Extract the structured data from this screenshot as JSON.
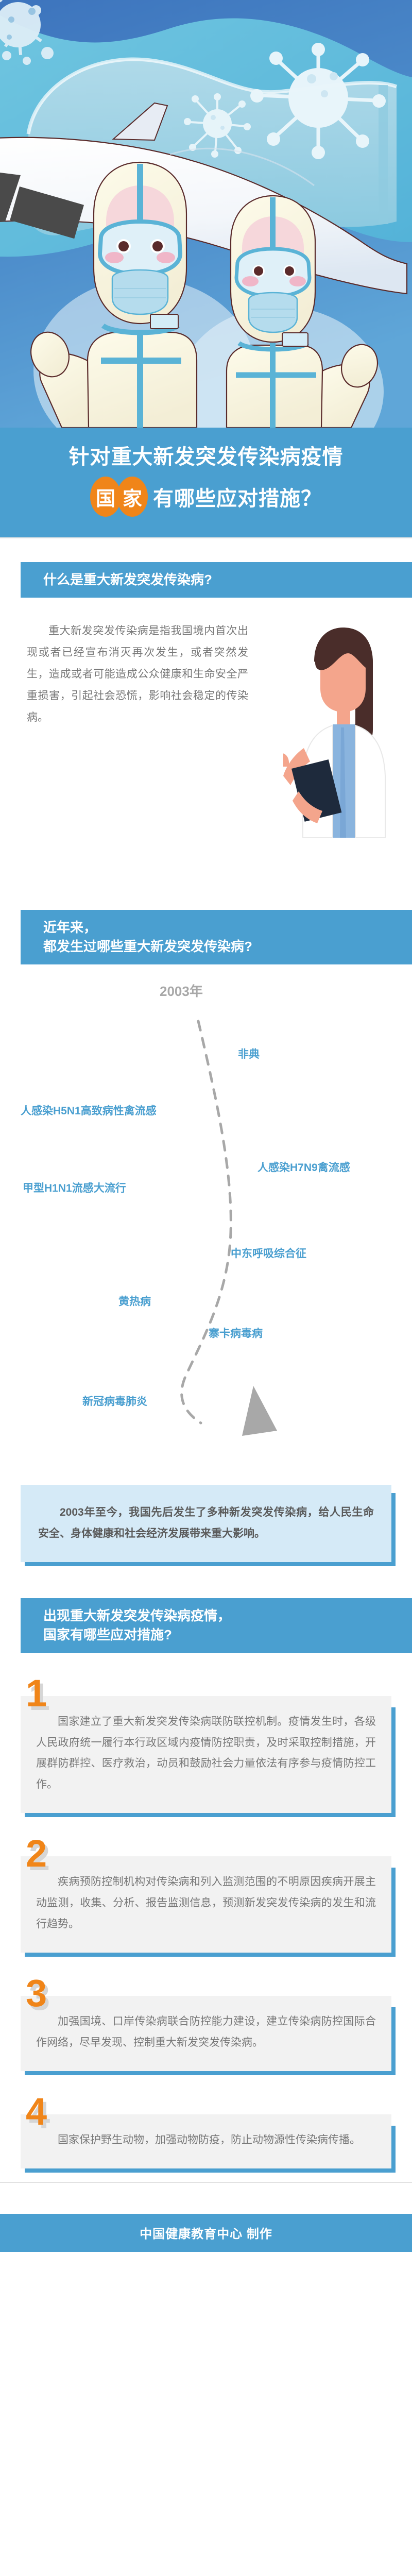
{
  "hero": {
    "alt": "two-medical-workers-in-protective-suits-with-airplane-and-virus-illustration",
    "colors": {
      "sky_dark": "#3f78be",
      "sky_mid": "#4e8ecb",
      "sky_light": "#5fa6d8",
      "wave_teal": "#68c0dd",
      "wave_pale": "#a8d8e8",
      "suit": "#fbf8e6",
      "accent_blue": "#5ab3d6",
      "outline": "#5a2b2b"
    }
  },
  "title": {
    "line1": "针对重大新发突发传染病疫情",
    "badge_chars": [
      "国",
      "家"
    ],
    "line2_rest": "有哪些应对措施？",
    "band_color": "#4a9fd0",
    "badge_color": "#f08519"
  },
  "sections": [
    {
      "id": "what-is",
      "header": "什么是重大新发突发传染病?",
      "body": "重大新发突发传染病是指我国境内首次出现或者已经宣布消灭再次发生，或者突然发生，造成或者可能造成公众健康和生命安全严重损害，引起社会恐慌，影响社会稳定的传染病。"
    },
    {
      "id": "recent-outbreaks",
      "header_line1": "近年来，",
      "header_line2": "都发生过哪些重大新发突发传染病?",
      "summary": "2003年至今，我国先后发生了多种新发突发传染病，给人民生命安全、身体健康和社会经济发展带来重大影响。"
    },
    {
      "id": "measures",
      "header_line1": "出现重大新发突发传染病疫情，",
      "header_line2": "国家有哪些应对措施?"
    }
  ],
  "timeline": {
    "year_label": "2003年",
    "arrow_color": "#a8a8a8",
    "line_style": "dashed",
    "items": [
      {
        "label": "非典",
        "side": "right"
      },
      {
        "label": "人感染H5N1高致病性禽流感",
        "side": "left"
      },
      {
        "label": "人感染H7N9禽流感",
        "side": "right"
      },
      {
        "label": "甲型H1N1流感大流行",
        "side": "left"
      },
      {
        "label": "中东呼吸综合征",
        "side": "right"
      },
      {
        "label": "黄热病",
        "side": "left"
      },
      {
        "label": "寨卡病毒病",
        "side": "right"
      },
      {
        "label": "新冠病毒肺炎",
        "side": "left"
      }
    ]
  },
  "measures": [
    {
      "number": "1",
      "text": "国家建立了重大新发突发传染病联防联控机制。疫情发生时，各级人民政府统一履行本行政区域内疫情防控职责，及时采取控制措施，开展群防群控、医疗救治，动员和鼓励社会力量依法有序参与疫情防控工作。"
    },
    {
      "number": "2",
      "text": "疾病预防控制机构对传染病和列入监测范围的不明原因疾病开展主动监测，收集、分析、报告监测信息，预测新发突发传染病的发生和流行趋势。"
    },
    {
      "number": "3",
      "text": "加强国境、口岸传染病联合防控能力建设，建立传染病防控国际合作网络，尽早发现、控制重大新发突发传染病。"
    },
    {
      "number": "4",
      "text": "国家保护野生动物，加强动物防疫，防止动物源性传染病传播。"
    }
  ],
  "footer": {
    "text": "中国健康教育中心 制作"
  }
}
